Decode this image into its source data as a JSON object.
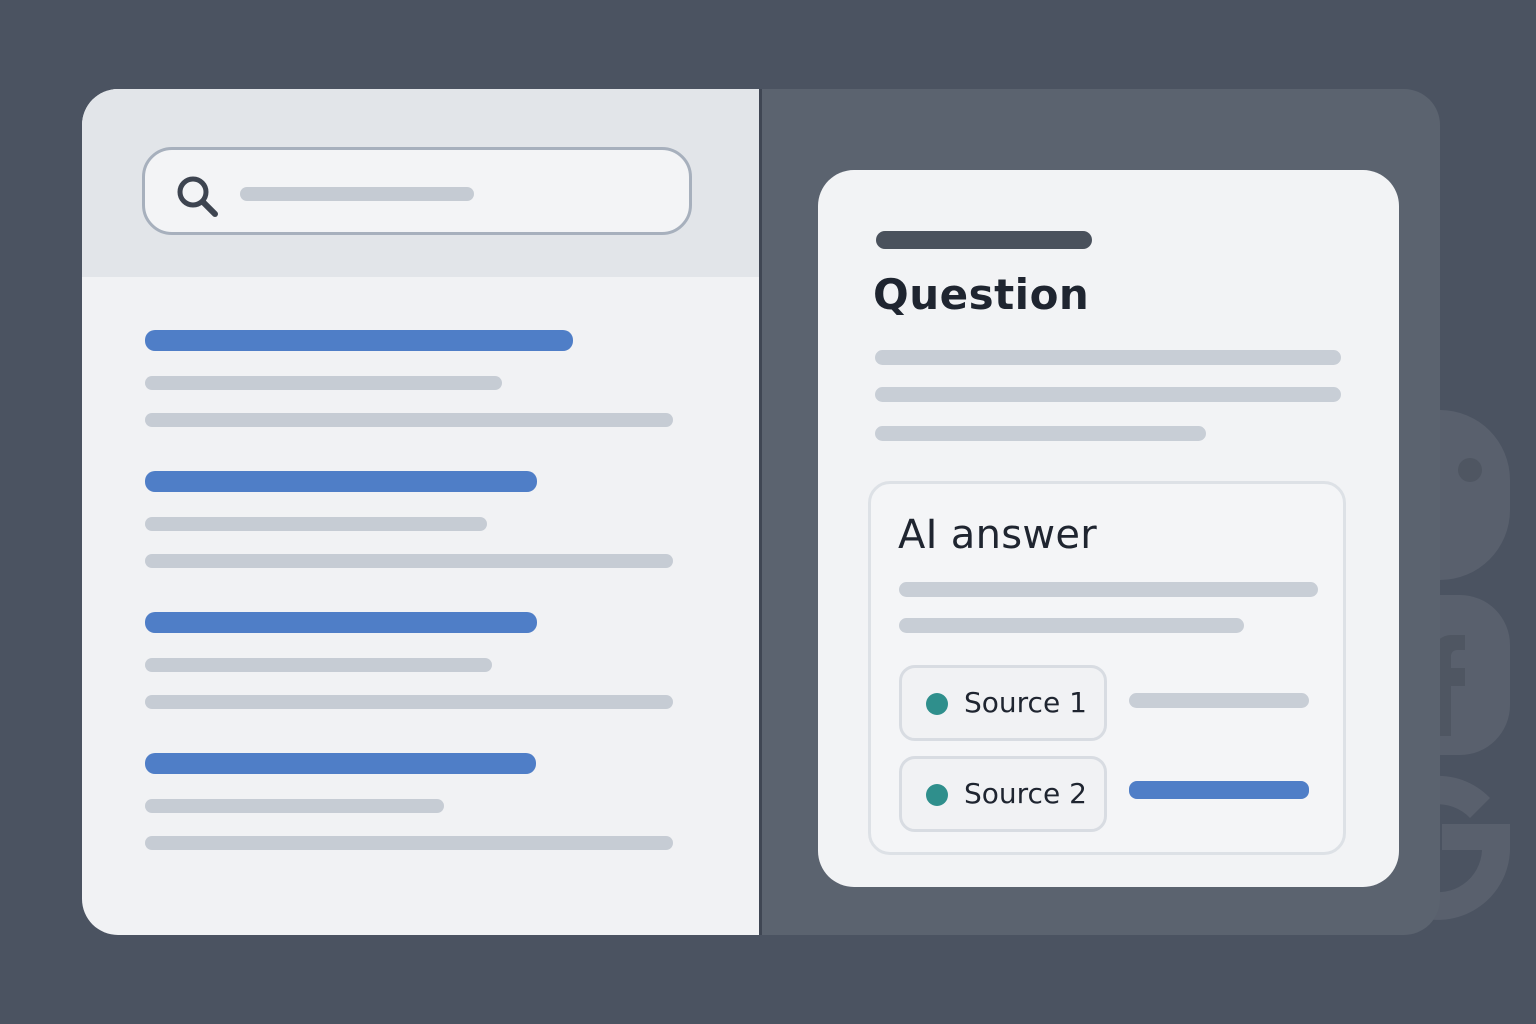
{
  "search": {
    "icon": "search-icon",
    "placeholder_visible": false
  },
  "results": [
    {
      "title_width": 428,
      "line1_width": 357,
      "line2_width": 528
    },
    {
      "title_width": 392,
      "line1_width": 342,
      "line2_width": 528
    },
    {
      "title_width": 392,
      "line1_width": 347,
      "line2_width": 528
    },
    {
      "title_width": 391,
      "line1_width": 299,
      "line2_width": 528
    }
  ],
  "card": {
    "question_title": "Question",
    "answer_title": "AI answer",
    "sources": [
      {
        "label": "Source 1",
        "dot_color": "#2f8f8c",
        "side_color": "#c8ced6"
      },
      {
        "label": "Source 2",
        "dot_color": "#2f8f8c",
        "side_color": "#4f7ec7"
      }
    ]
  },
  "colors": {
    "accent_blue": "#4f7ec7",
    "teal": "#2f8f8c",
    "background": "#4b5361"
  }
}
